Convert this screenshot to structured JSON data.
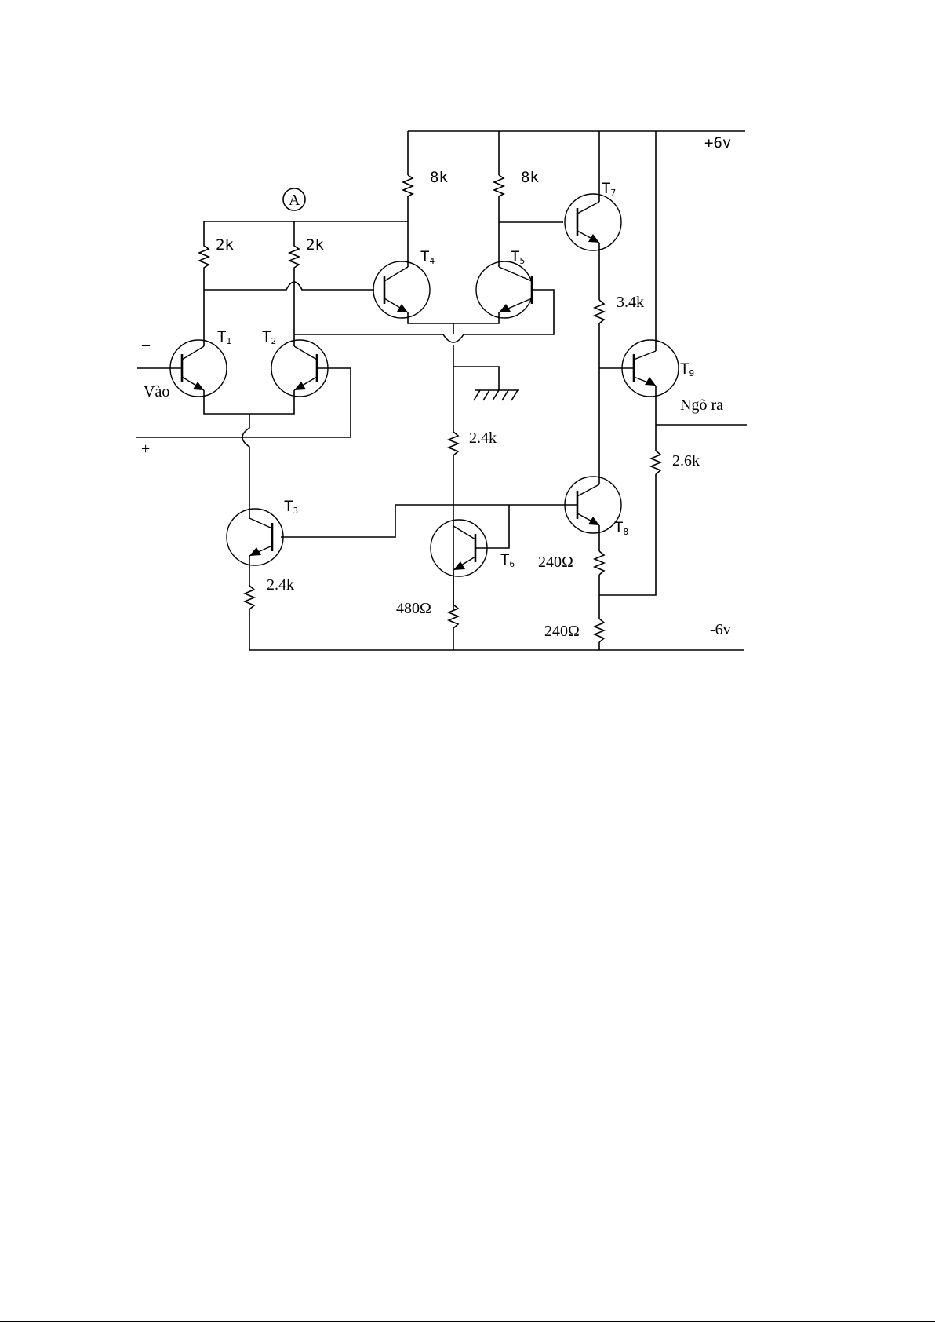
{
  "supply": {
    "positive": "+6v",
    "negative": "-6v"
  },
  "node": {
    "a": "A"
  },
  "io": {
    "input": "Vào",
    "output": "Ngõ ra",
    "inverting": "–",
    "non_inverting": "+"
  },
  "transistors": {
    "t1": {
      "letter": "T",
      "index": "1"
    },
    "t2": {
      "letter": "T",
      "index": "2"
    },
    "t3": {
      "letter": "T",
      "index": "3"
    },
    "t4": {
      "letter": "T",
      "index": "4"
    },
    "t5": {
      "letter": "T",
      "index": "5"
    },
    "t6": {
      "letter": "T",
      "index": "6"
    },
    "t7": {
      "letter": "T",
      "index": "7"
    },
    "t8": {
      "letter": "T",
      "index": "8"
    },
    "t9": {
      "letter": "T",
      "index": "9"
    }
  },
  "resistors": {
    "r_c1": "2k",
    "r_c2": "2k",
    "r_c4": "8k",
    "r_c5": "8k",
    "r_t3e": "2.4k",
    "r_mid": "2.4k",
    "r_t6e": "480Ω",
    "r_t7e": "3.4k",
    "r_t9e": "2.6k",
    "r_t8e": "240Ω",
    "r_bot": "240Ω"
  }
}
